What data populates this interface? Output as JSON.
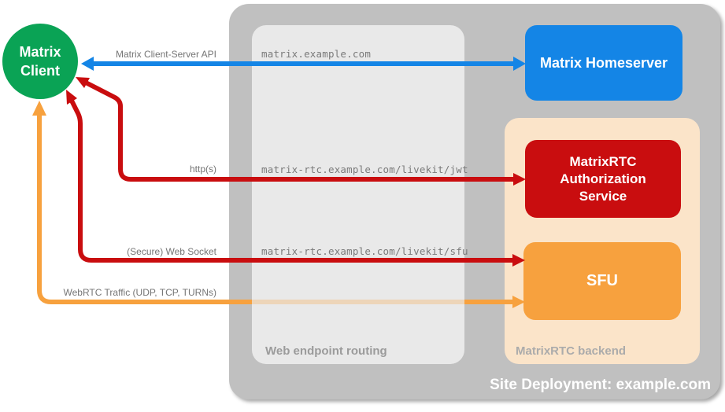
{
  "captions": {
    "site": "Site Deployment: example.com",
    "routing": "Web endpoint routing",
    "backend": "MatrixRTC backend"
  },
  "nodes": {
    "client": "Matrix\nClient",
    "homeserver": "Matrix Homeserver",
    "auth": "MatrixRTC\nAuthorization\nService",
    "sfu": "SFU"
  },
  "arrows": [
    {
      "id": "matrix-client-server-api",
      "label": "Matrix Client-Server API",
      "endpoint": "matrix.example.com",
      "from": "Matrix Client",
      "to": "Matrix Homeserver",
      "heads": "both",
      "color": "#1485E6"
    },
    {
      "id": "https",
      "label": "http(s)",
      "endpoint": "matrix-rtc.example.com/livekit/jwt",
      "from": "Matrix Client",
      "to": "MatrixRTC Authorization Service",
      "heads": "both",
      "color": "#C90D0F"
    },
    {
      "id": "secure-web-socket",
      "label": "(Secure) Web Socket",
      "endpoint": "matrix-rtc.example.com/livekit/sfu",
      "from": "Matrix Client",
      "to": "SFU",
      "heads": "both",
      "color": "#C90D0F"
    },
    {
      "id": "webrtc-traffic",
      "label": "WebRTC Traffic (UDP, TCP, TURNs)",
      "endpoint": "",
      "from": "Matrix Client",
      "to": "SFU",
      "heads": "both",
      "color": "#F7A13E"
    }
  ],
  "colors": {
    "green": "#0AA355",
    "blue": "#1485E6",
    "red": "#C90D0F",
    "orange": "#F7A13E",
    "peach": "#FBE4C9",
    "gray-outer": "#C0C0C0",
    "gray-inner": "#E9E9E9",
    "label-gray": "#757575",
    "mono-gray": "#7A7A7A",
    "caption-gray": "#9B9B9B",
    "caption-peach-gray": "#ABABAB"
  }
}
